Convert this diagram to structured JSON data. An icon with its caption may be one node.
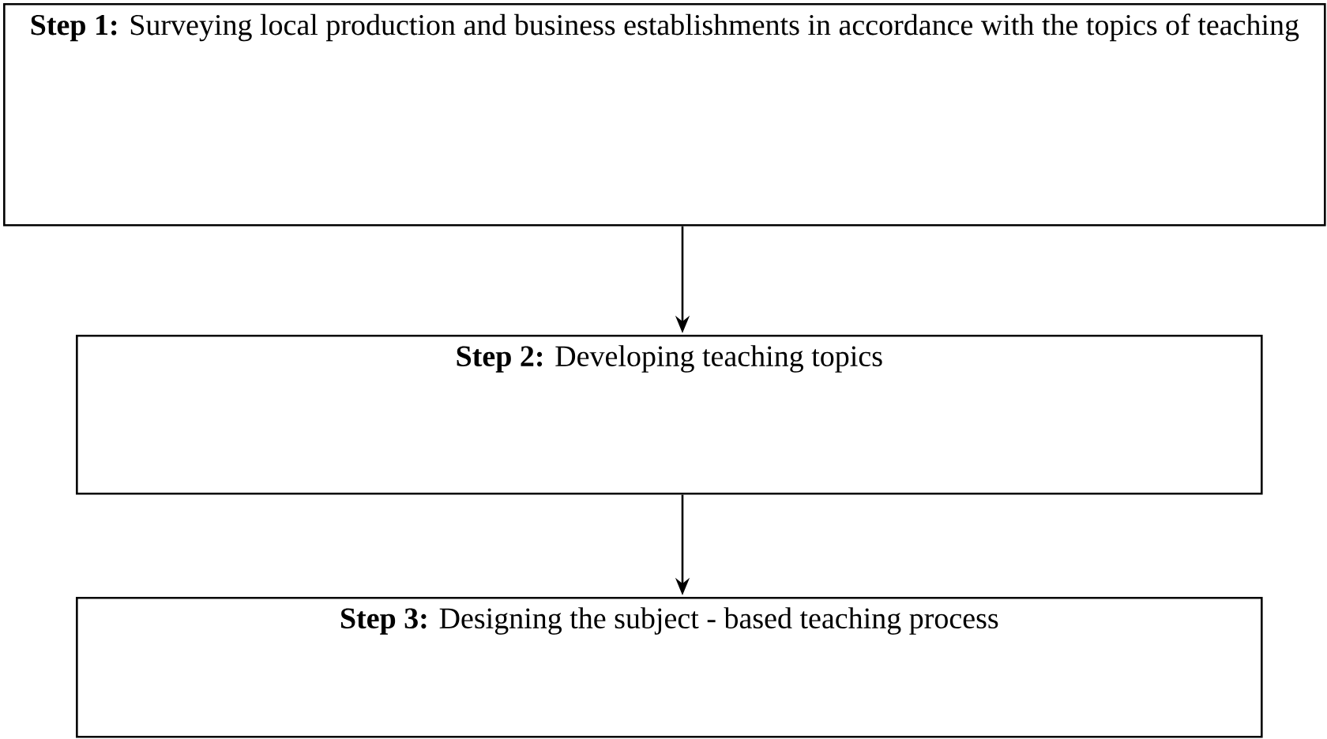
{
  "diagram": {
    "nodes": [
      {
        "text": [
          "**Step 1:** Surveying local production and business establishments in accordance with the topics of teaching"
        ]
      },
      {
        "text": [
          "**Step 2:** Developing teaching topics"
        ]
      },
      {
        "text": [
          "**Step 3:** Designing the subject - based teaching process"
        ]
      }
    ],
    "edges": [
      {
        "from": 0,
        "to": 1,
        "arrow": "to"
      },
      {
        "from": 1,
        "to": 2,
        "arrow": "to"
      }
    ]
  }
}
